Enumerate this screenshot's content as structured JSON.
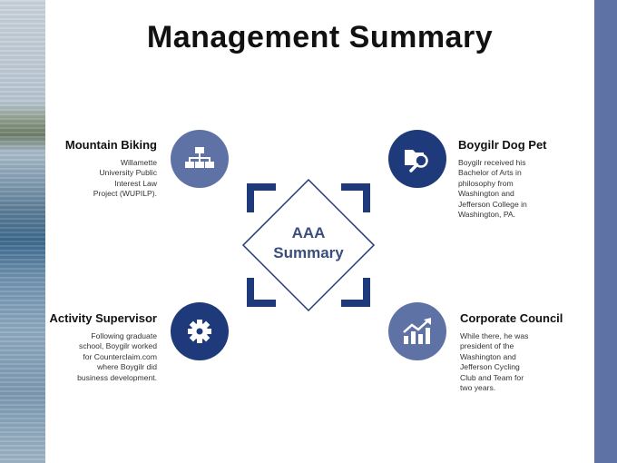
{
  "title": "Management Summary",
  "center": {
    "line1": "AAA",
    "line2": "Summary"
  },
  "items": [
    {
      "heading": "Mountain Biking",
      "lines": [
        "Willamette",
        "University Public",
        "Interest Law",
        "Project (WUPILP)."
      ]
    },
    {
      "heading": "Boygilr Dog Pet",
      "lines": [
        "Boygilr received his",
        "Bachelor of Arts in",
        "philosophy from",
        "Washington and",
        "Jefferson College in",
        "Washington, PA."
      ]
    },
    {
      "heading": "Activity Supervisor",
      "lines": [
        "Following graduate",
        "school, Boygilr worked",
        "for Counterclaim.com",
        "where Boygilr did",
        "business development."
      ]
    },
    {
      "heading": "Corporate Council",
      "lines": [
        "While there, he was",
        "president of the",
        "Washington and",
        "Jefferson Cycling",
        "Club and Team for",
        "two years."
      ]
    }
  ],
  "icons": [
    "org-chart-icon",
    "folder-search-icon",
    "gear-icon",
    "growth-chart-icon"
  ],
  "colors": {
    "accent_light": "#5f72a6",
    "accent_dark": "#1f3a7a",
    "side_bar": "#5f72a6"
  }
}
